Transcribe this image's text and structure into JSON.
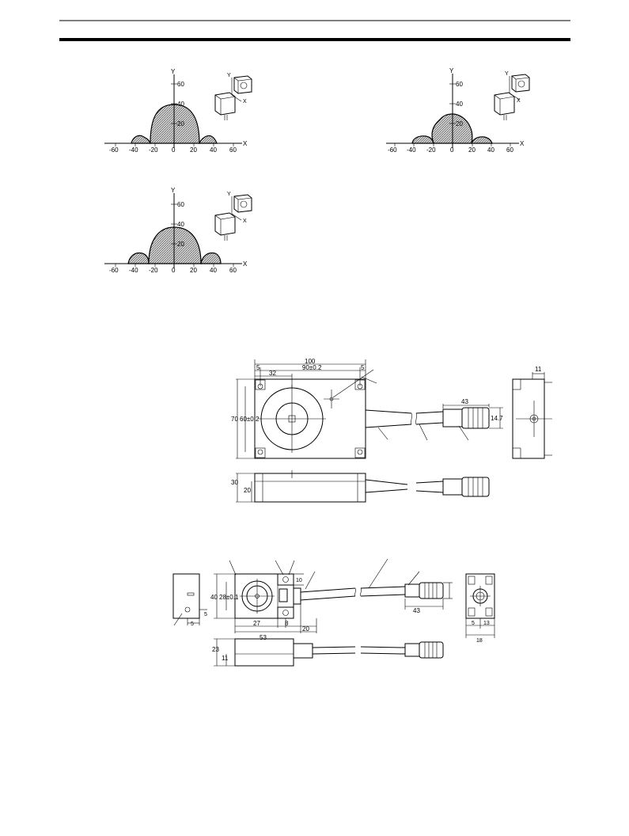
{
  "range_charts": [
    {
      "id": "chart-top-left",
      "axis_x_label": "X",
      "axis_y_label": "Y",
      "x_ticks": [
        "-60",
        "-40",
        "-20",
        "0",
        "20",
        "40",
        "60"
      ],
      "y_ticks": [
        "60",
        "40",
        "20"
      ]
    },
    {
      "id": "chart-top-right",
      "axis_x_label": "X",
      "axis_y_label": "Y",
      "x_ticks": [
        "-60",
        "-40",
        "-20",
        "0",
        "20",
        "40",
        "60"
      ],
      "y_ticks": [
        "60",
        "40",
        "20"
      ]
    },
    {
      "id": "chart-bottom-left",
      "axis_x_label": "X",
      "axis_y_label": "Y",
      "x_ticks": [
        "-60",
        "-40",
        "-20",
        "0",
        "20",
        "40",
        "60"
      ],
      "y_ticks": [
        "60",
        "40",
        "20"
      ]
    }
  ],
  "drawing_large": {
    "dim_overall_width": "100",
    "dim_edge_left": "5",
    "dim_hole_span": "90±0.2",
    "dim_edge_right": "5",
    "dim_center_offset": "32",
    "dim_height": "70",
    "dim_hole_height": "60±0.2",
    "dim_connector_length": "43",
    "dim_connector_dia": "14.7",
    "dim_side_width": "11",
    "dim_side_height": "30",
    "dim_side_inner": "20"
  },
  "drawing_small": {
    "dim_height": "40",
    "dim_hole_height": "28±0.1",
    "dim_tab_width": "10",
    "dim_a": "27",
    "dim_b": "8",
    "dim_c": "20",
    "dim_total": "53",
    "dim_connector": "43",
    "dim_side_5a": "5",
    "dim_side_5b": "5",
    "dim_right_5": "5",
    "dim_right_13": "13",
    "dim_right_18": "18",
    "dim_side_height": "23",
    "dim_side_inner": "11"
  }
}
